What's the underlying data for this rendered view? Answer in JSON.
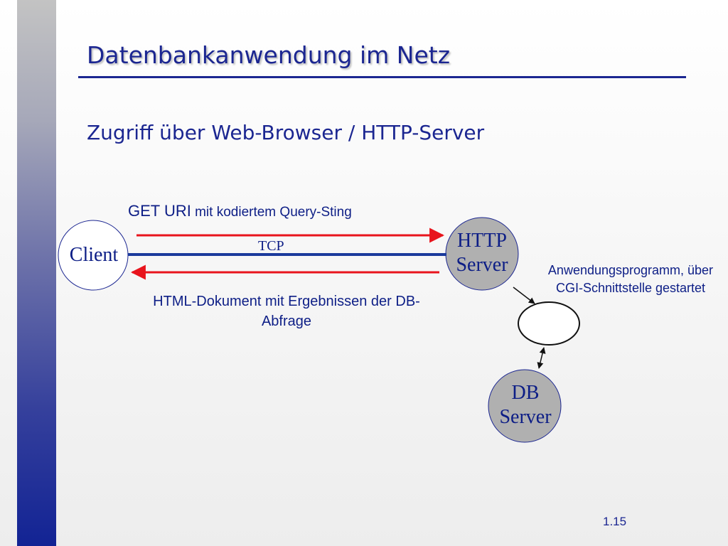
{
  "slide": {
    "title": "Datenbankanwendung im Netz",
    "subtitle": "Zugriff über Web-Browser / HTTP-Server",
    "page_number": "1.15"
  },
  "diagram": {
    "request_label_method": "GET  URI",
    "request_label_detail": " mit kodiertem Query-Sting",
    "connection_label": "TCP",
    "response_label": "HTML-Dokument mit Ergebnissen der DB-Abfrage",
    "app_label": "Anwendungsprogramm, über CGI-Schnittstelle gestartet",
    "nodes": {
      "client": "Client",
      "http_server_line1": "HTTP",
      "http_server_line2": "Server",
      "db_server_line1": "DB",
      "db_server_line2": "Server"
    },
    "colors": {
      "text": "#0d1e86",
      "request_arrow": "#e8141c",
      "response_arrow": "#e8141c",
      "connection_line": "#1b3a9c",
      "server_fill": "#b0b0b0",
      "node_outline": "#1b2691"
    }
  }
}
